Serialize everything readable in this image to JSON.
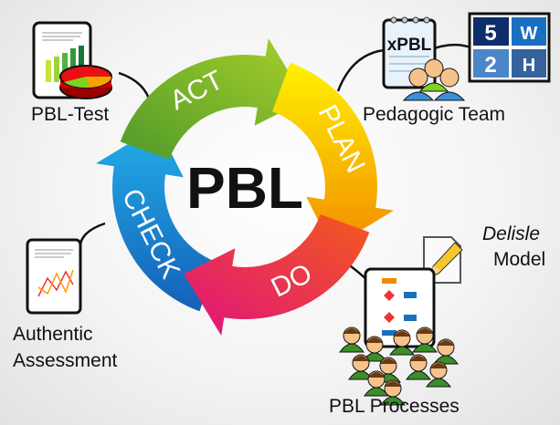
{
  "center_label": "PBL",
  "cycle": [
    {
      "label": "CHECK",
      "color_start": "#1b9de0",
      "color_end": "#1560b8"
    },
    {
      "label": "ACT",
      "color_start": "#8fc31f",
      "color_end": "#5aa12a"
    },
    {
      "label": "PLAN",
      "color_start": "#ffe600",
      "color_end": "#f7a600"
    },
    {
      "label": "DO",
      "color_start": "#f04a2a",
      "color_end": "#e0157a"
    }
  ],
  "nodes": {
    "pbl_test": "PBL-Test",
    "pedagogic_team": "Pedagogic Team",
    "xpbl": "xPBL",
    "delisle_italic": "Delisle",
    "delisle_model": "Model",
    "authentic_line1": "Authentic",
    "authentic_line2": "Assessment",
    "processes": "PBL Processes"
  },
  "grid_5w2h": [
    "5",
    "W",
    "2",
    "H"
  ],
  "colors": {
    "dark_blue": "#0d2d6b",
    "mid_blue": "#1a6fc0",
    "light_blue": "#4a86c8",
    "slate_blue": "#35629c"
  }
}
